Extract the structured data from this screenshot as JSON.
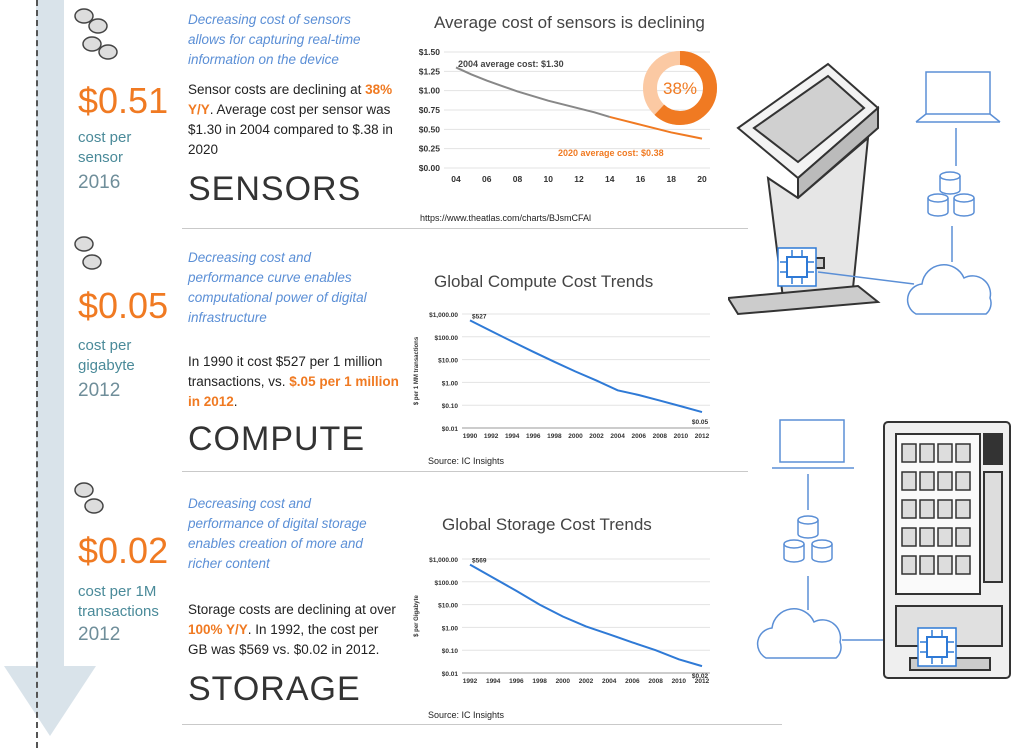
{
  "sections": [
    {
      "big_value": "$0.51",
      "unit": "cost per sensor",
      "year": "2016",
      "italic": "Decreasing cost of sensors allows for capturing real-time information on the device",
      "body_pre": "Sensor costs are declining at ",
      "body_hl": "38% Y/Y",
      "body_post": ". Average cost per sensor was $1.30 in 2004 compared to $.38 in 2020",
      "heading": "SENSORS",
      "chart_title": "Average cost of sensors is declining",
      "source": "https://www.theatlas.com/charts/BJsmCFAl"
    },
    {
      "big_value": "$0.05",
      "unit": "cost per gigabyte",
      "year": "2012",
      "italic": "Decreasing cost and performance curve enables computational power of digital infrastructure",
      "body_pre": "In 1990 it cost $527 per 1 million transactions, vs. ",
      "body_hl": "$.05 per 1 million in 2012",
      "body_post": ".",
      "heading": "COMPUTE",
      "chart_title": "Global Compute Cost Trends",
      "source": "Source: IC Insights"
    },
    {
      "big_value": "$0.02",
      "unit": "cost per 1M transactions",
      "year": "2012",
      "italic": "Decreasing cost and performance of digital storage enables creation of more and richer content",
      "body_pre": "Storage costs are declining at over ",
      "body_hl": "100% Y/Y",
      "body_post": ". In 1992, the cost per GB was $569 vs. $0.02 in 2012.",
      "heading": "STORAGE",
      "chart_title": "Global Storage Cost Trends",
      "source": "Source: IC Insights"
    }
  ],
  "colors": {
    "accent": "#f07a22",
    "italic_blue": "#5b8fd6",
    "teal": "#4a8a99",
    "line_blue": "#2f7ad6",
    "arrow": "#d9e3ea"
  },
  "icons": [
    "coins-icon",
    "kiosk-icon",
    "vending-machine-icon",
    "laptop-icon",
    "database-icon",
    "cloud-icon",
    "chip-icon"
  ],
  "chart_data": [
    {
      "type": "line",
      "x": [
        "04",
        "05",
        "06",
        "07",
        "08",
        "09",
        "10",
        "11",
        "12",
        "13",
        "14",
        "15",
        "16",
        "17",
        "18",
        "19",
        "20"
      ],
      "series": [
        {
          "values": [
            1.3,
            1.21,
            1.13,
            1.06,
            0.99,
            0.93,
            0.87,
            0.82,
            0.77,
            0.72,
            0.66,
            0.61,
            0.56,
            0.51,
            0.46,
            0.42,
            0.38
          ]
        }
      ],
      "xticks": [
        "04",
        "06",
        "08",
        "10",
        "12",
        "14",
        "16",
        "18",
        "20"
      ],
      "yticks": [
        "$0.00",
        "$0.25",
        "$0.50",
        "$0.75",
        "$1.00",
        "$1.25",
        "$1.50"
      ],
      "ylim": [
        0,
        1.5
      ],
      "annotations": [
        "2004 average cost: $1.30",
        "2020 average cost: $0.38"
      ],
      "donut_label": "38%",
      "donut_value": 0.38
    },
    {
      "type": "line",
      "x": [
        1990,
        1992,
        1994,
        1996,
        1998,
        2000,
        2002,
        2004,
        2006,
        2008,
        2010,
        2012
      ],
      "series": [
        {
          "values": [
            527,
            180,
            62,
            22,
            8,
            3,
            1.2,
            0.45,
            0.28,
            0.16,
            0.09,
            0.05
          ]
        }
      ],
      "yticks": [
        "$0.01",
        "$0.10",
        "$1.00",
        "$10.00",
        "$100.00",
        "$1,000.00"
      ],
      "ylabel": "$ per 1 MM transactions",
      "log_scale": true,
      "annotations": [
        "$527",
        "$0.05"
      ]
    },
    {
      "type": "line",
      "x": [
        1992,
        1994,
        1996,
        1998,
        2000,
        2002,
        2004,
        2006,
        2008,
        2010,
        2012
      ],
      "series": [
        {
          "values": [
            569,
            150,
            40,
            10,
            3,
            1.1,
            0.5,
            0.22,
            0.1,
            0.04,
            0.02
          ]
        }
      ],
      "yticks": [
        "$0.01",
        "$0.10",
        "$1.00",
        "$10.00",
        "$100.00",
        "$1,000.00"
      ],
      "ylabel": "$ per Gigabyte",
      "log_scale": true,
      "annotations": [
        "$569",
        "$0.02"
      ]
    }
  ]
}
